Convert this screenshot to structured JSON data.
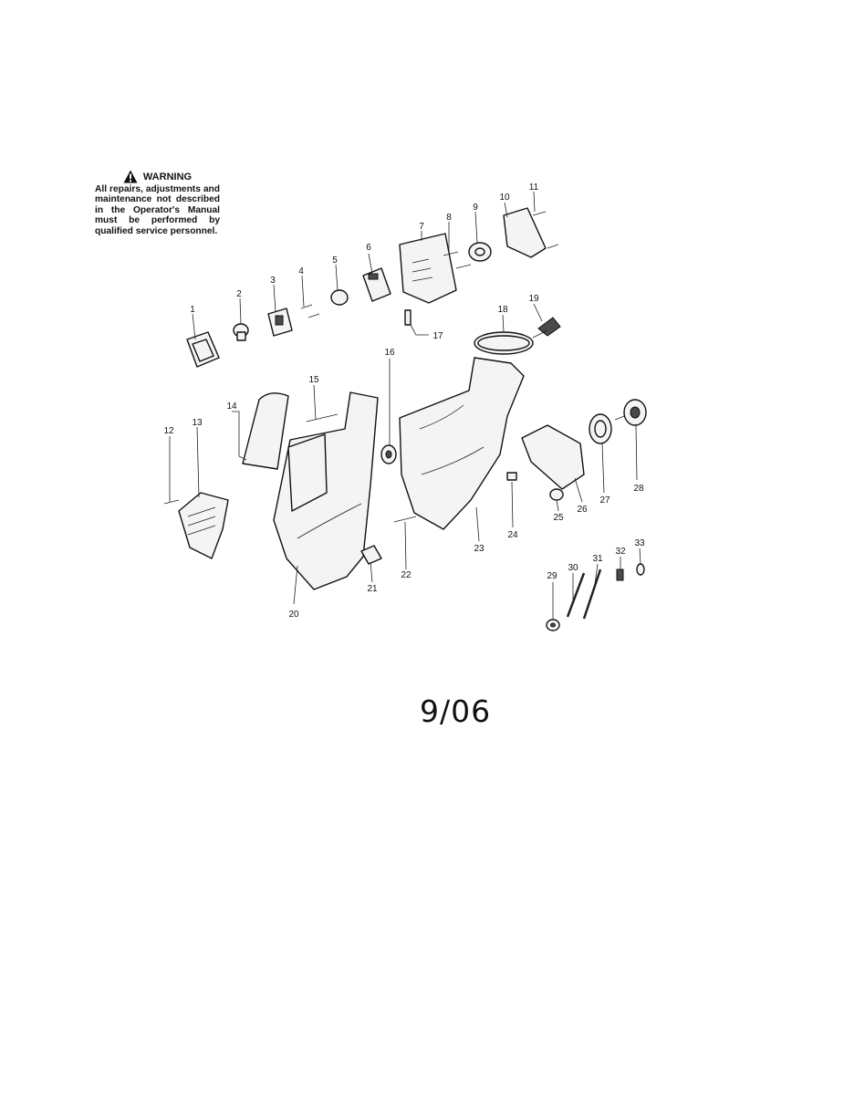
{
  "warning": {
    "title": "WARNING",
    "text": "All repairs, adjustments and maintenance not described in the Operator's Manual must be performed by qualified service personnel."
  },
  "date_code": "9/06",
  "part_numbers": [
    "1",
    "2",
    "3",
    "4",
    "5",
    "6",
    "7",
    "8",
    "9",
    "10",
    "11",
    "12",
    "13",
    "14",
    "15",
    "16",
    "17",
    "18",
    "19",
    "20",
    "21",
    "22",
    "23",
    "24",
    "25",
    "26",
    "27",
    "28",
    "29",
    "30",
    "31",
    "32",
    "33"
  ]
}
